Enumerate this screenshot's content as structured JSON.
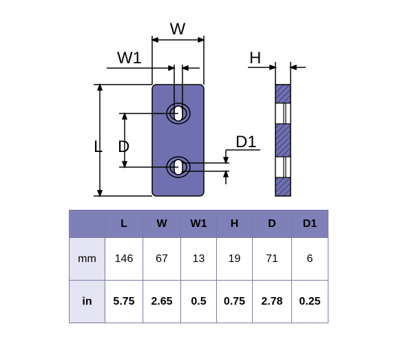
{
  "drawing": {
    "front_view": {
      "labels": {
        "W": "W",
        "W1": "W1",
        "L": "L",
        "D": "D",
        "D1": "D1"
      }
    },
    "side_view": {
      "labels": {
        "H": "H"
      }
    },
    "colors": {
      "plate": "#7070b0",
      "outline": "#000000",
      "hatch": "#3a3a70"
    }
  },
  "table": {
    "headers": [
      "",
      "L",
      "W",
      "W1",
      "H",
      "D",
      "D1"
    ],
    "rows": [
      {
        "unit": "mm",
        "values": [
          "146",
          "67",
          "13",
          "19",
          "71",
          "6"
        ]
      },
      {
        "unit": "in",
        "values": [
          "5.75",
          "2.65",
          "0.5",
          "0.75",
          "2.78",
          "0.25"
        ]
      }
    ],
    "colors": {
      "header_bg": "#8080b8",
      "unit_bg": "#e4e4f2",
      "border": "#7a7aa8"
    }
  }
}
